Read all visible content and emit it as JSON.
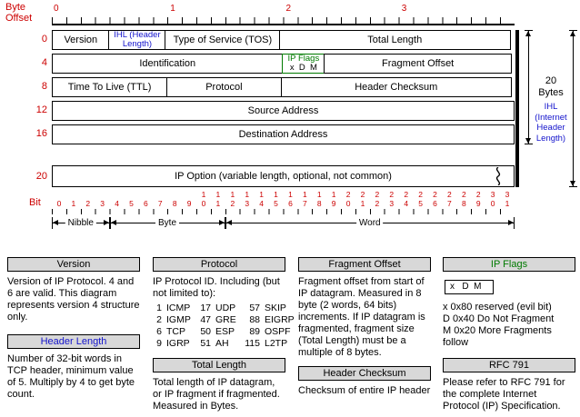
{
  "colors": {
    "red": "#cc0000",
    "blue": "#1313cc",
    "green": "#007a00",
    "header_gray": "#d8d8d8"
  },
  "header_diagram": {
    "byte_offset_label": "Byte\nOffset",
    "bit_label": "Bit",
    "top_ruler": [
      "0",
      "1",
      "2",
      "3"
    ],
    "row_offsets": [
      "0",
      "4",
      "8",
      "12",
      "16",
      "20"
    ],
    "rows": [
      {
        "cells": [
          {
            "label": "Version"
          },
          {
            "label": "IHL (Header\nLength)"
          },
          {
            "label": "Type of Service (TOS)"
          },
          {
            "label": "Total Length"
          }
        ]
      },
      {
        "cells": [
          {
            "label": "Identification"
          },
          {
            "label": "IP Flags",
            "sub": "x  D  M"
          },
          {
            "label": "Fragment Offset"
          }
        ]
      },
      {
        "cells": [
          {
            "label": "Time To Live (TTL)"
          },
          {
            "label": "Protocol"
          },
          {
            "label": "Header Checksum"
          }
        ]
      },
      {
        "cells": [
          {
            "label": "Source Address"
          }
        ]
      },
      {
        "cells": [
          {
            "label": "Destination Address"
          }
        ]
      },
      {
        "cells": [
          {
            "label": "IP Option (variable length, optional, not common)"
          }
        ]
      }
    ],
    "bit_numbers": [
      "0",
      "1",
      "2",
      "3",
      "4",
      "5",
      "6",
      "7",
      "8",
      "9",
      "10",
      "11",
      "12",
      "13",
      "14",
      "15",
      "16",
      "17",
      "18",
      "19",
      "20",
      "21",
      "22",
      "23",
      "24",
      "25",
      "26",
      "27",
      "28",
      "29",
      "30",
      "31"
    ],
    "scale_arrows": {
      "nibble": "Nibble",
      "byte": "Byte",
      "word": "Word"
    },
    "right_annotations": {
      "bytes": "20\nBytes",
      "ihl": "IHL\n(Internet\nHeader\nLength)"
    }
  },
  "notes": {
    "version": {
      "title": "Version",
      "body": "Version of IP Protocol.  4 and 6 are valid.  This diagram represents version 4 structure only."
    },
    "header_length": {
      "title": "Header Length",
      "body": "Number of 32-bit words in TCP header, minimum value of 5.  Multiply by 4 to get byte count."
    },
    "protocol": {
      "title": "Protocol",
      "intro": "IP Protocol ID.  Including (but not limited to):",
      "table": [
        [
          "1",
          "ICMP",
          "17",
          "UDP",
          "57",
          "SKIP"
        ],
        [
          "2",
          "IGMP",
          "47",
          "GRE",
          "88",
          "EIGRP"
        ],
        [
          "6",
          "TCP",
          "50",
          "ESP",
          "89",
          "OSPF"
        ],
        [
          "9",
          "IGRP",
          "51",
          "AH",
          "115",
          "L2TP"
        ]
      ]
    },
    "total_length": {
      "title": "Total Length",
      "body": "Total length of IP datagram, or IP fragment if fragmented.  Measured in Bytes."
    },
    "fragment_offset": {
      "title": "Fragment Offset",
      "body": "Fragment offset from start of IP datagram.  Measured in 8 byte (2 words, 64 bits) increments.  If IP datagram is fragmented, fragment size (Total Length) must be a multiple of 8 bytes."
    },
    "header_checksum": {
      "title": "Header Checksum",
      "body": "Checksum of entire IP header"
    },
    "ip_flags": {
      "title": "IP Flags",
      "flag_box": "x   D  M",
      "body": "x  0x80 reserved (evil bit)\nD  0x40 Do Not Fragment\nM  0x20 More Fragments follow"
    },
    "rfc": {
      "title": "RFC 791",
      "body": "Please refer to RFC 791 for the complete Internet Protocol (IP) Specification."
    }
  }
}
